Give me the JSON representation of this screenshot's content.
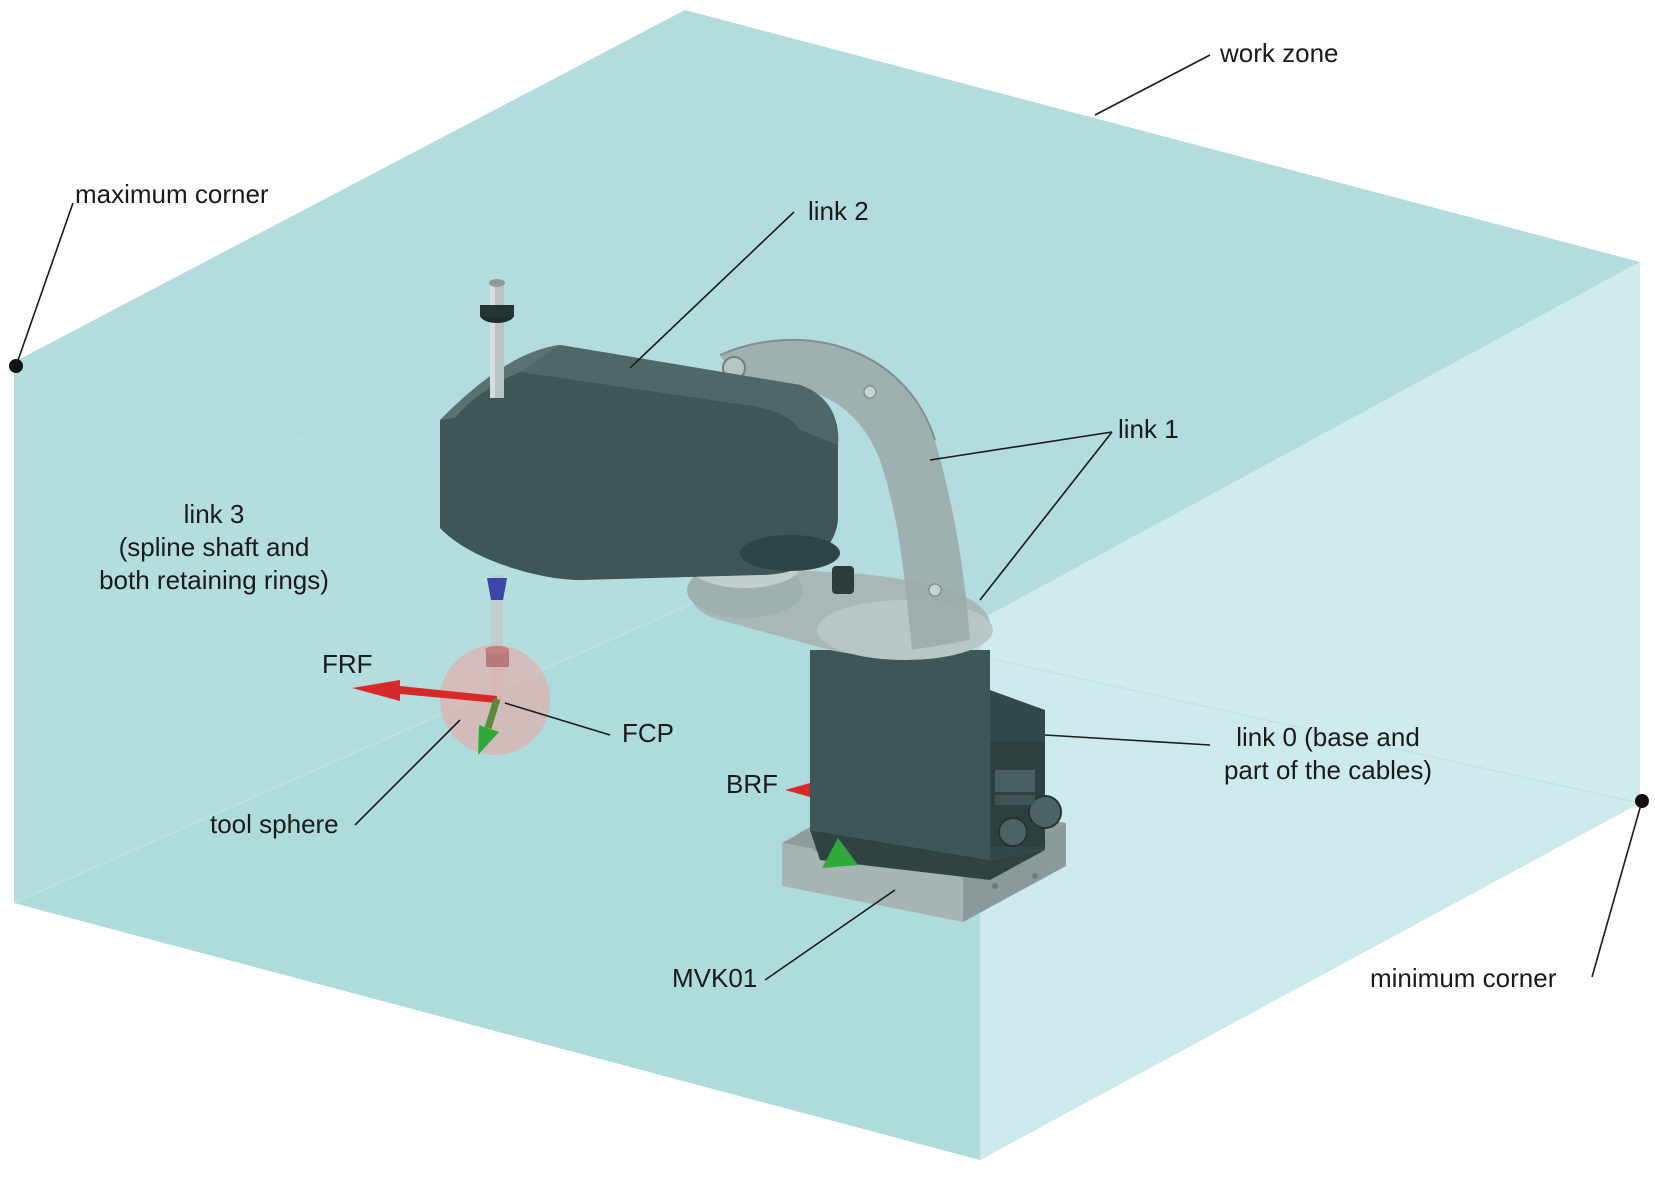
{
  "labels": {
    "work_zone": "work zone",
    "maximum_corner": "maximum corner",
    "minimum_corner": "minimum corner",
    "link2": "link 2",
    "link1": "link 1",
    "link3_line1": "link 3",
    "link3_line2": "(spline shaft and",
    "link3_line3": "both retaining rings)",
    "frf": "FRF",
    "fcp": "FCP",
    "tool_sphere": "tool sphere",
    "brf": "BRF",
    "link0_line1": "link 0 (base and",
    "link0_line2": "part of the cables)",
    "mvk01": "MVK01"
  },
  "colors": {
    "zone_top": "#b2dcdd",
    "zone_left": "#a9d9d9",
    "zone_right": "#cbe9ea",
    "zone_floor": "#d3eef2",
    "robot_dark": "#3d5555",
    "robot_light": "#b9c6c6",
    "frf_arrow": "#d62a2a",
    "axis_green": "#2faa3a",
    "tool_sphere": "#e9a5a5",
    "connector_blue": "#3a47a8"
  }
}
